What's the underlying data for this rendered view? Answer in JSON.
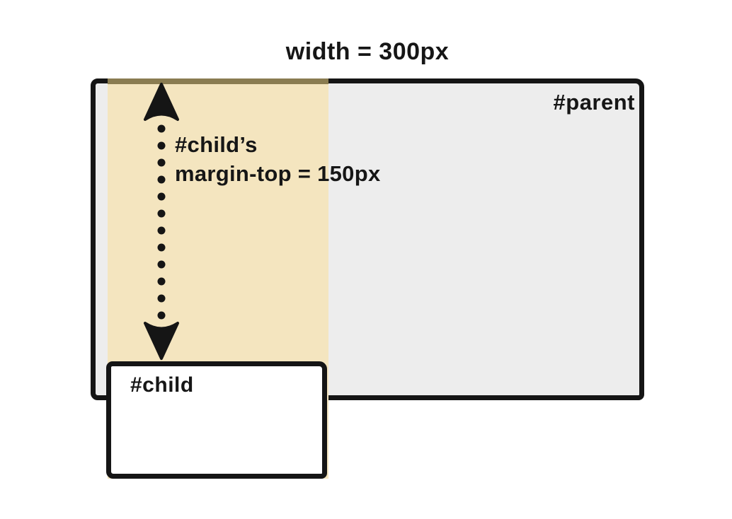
{
  "title": "width = 300px",
  "parent_box": {
    "label": "#parent"
  },
  "child_box": {
    "label": "#child"
  },
  "margin_annotation": {
    "line1": "#child’s",
    "line2": "margin-top = 150px"
  },
  "colors": {
    "page_background": "#ffffff",
    "parent_fill": "#ededed",
    "margin_strip_fill": "#f4e5bf",
    "strip_over_border": "#8a7c51",
    "border": "#151515",
    "text": "#161616"
  },
  "icons": {
    "margin_arrow": "vertical-double-headed-dotted-arrow"
  }
}
